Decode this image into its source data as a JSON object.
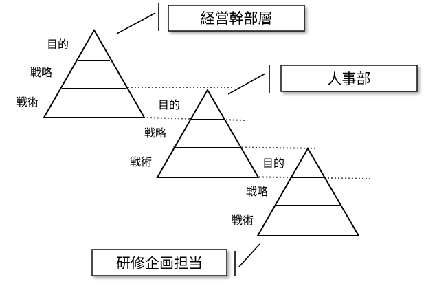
{
  "pyramids": [
    {
      "levels": [
        "目的",
        "戦略",
        "戦術"
      ]
    },
    {
      "levels": [
        "目的",
        "戦略",
        "戦術"
      ]
    },
    {
      "levels": [
        "目的",
        "戦略",
        "戦術"
      ]
    }
  ],
  "boxes": {
    "top": "経営幹部層",
    "middle": "人事部",
    "bottom": "研修企画担当"
  }
}
